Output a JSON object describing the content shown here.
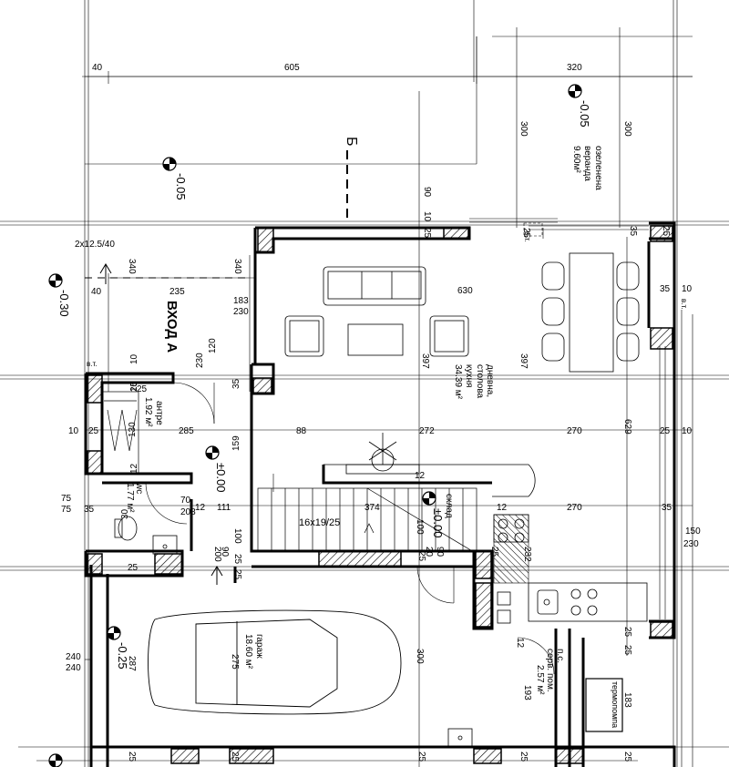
{
  "dimensions": {
    "top": [
      "40",
      "605",
      "320"
    ],
    "left_col": [
      "340",
      "340",
      "40",
      "235",
      "183",
      "230",
      "120",
      "230",
      "10",
      "25",
      "35"
    ],
    "misc": [
      "90",
      "10",
      "25",
      "25",
      "35",
      "630",
      "397",
      "397",
      "629",
      "35",
      "10",
      "10",
      "25",
      "10",
      "25",
      "130",
      "285",
      "88",
      "272",
      "270",
      "25",
      "10",
      "159",
      "12",
      "12",
      "75",
      "75",
      "35",
      "70",
      "12",
      "111",
      "374",
      "12",
      "270",
      "35",
      "150",
      "230",
      "30",
      "208",
      "100",
      "100",
      "90",
      "200",
      "25",
      "25",
      "25",
      "20",
      "90",
      "232",
      "25",
      "240",
      "240",
      "287",
      "275",
      "300",
      "12",
      "193",
      "183",
      "25",
      "25",
      "25",
      "25",
      "25",
      "25",
      "25",
      "25",
      "25"
    ],
    "stair": "16x19/25",
    "window_note": "2x12.5/40",
    "vt1": "в.т.",
    "vt2": "в.т.",
    "vt3": "в.т.",
    "verandah_300a": "300",
    "verandah_300b": "300"
  },
  "levels": {
    "l1": "-0.05",
    "l2": "-0.05",
    "l3": "-0.30",
    "l4": "±0.00",
    "l5": "±0.00",
    "l6": "-0.25",
    "section_mark": "Б"
  },
  "rooms": {
    "entrance_title": "ВХОД А",
    "verandah": [
      "озеленена",
      "веранда",
      "9.60м²"
    ],
    "living": [
      "дневна,",
      "кухня",
      "столова",
      "34.39 м²"
    ],
    "hall": [
      "антре",
      "1.92 м²"
    ],
    "wc": [
      "wc",
      "1.77 м²"
    ],
    "storage": [
      "склад"
    ],
    "garage": [
      "гараж",
      "18.60 м²"
    ],
    "service": [
      "п.с.",
      "серв. пом.",
      "2.57 м²"
    ],
    "boiler": "термопомпа"
  }
}
